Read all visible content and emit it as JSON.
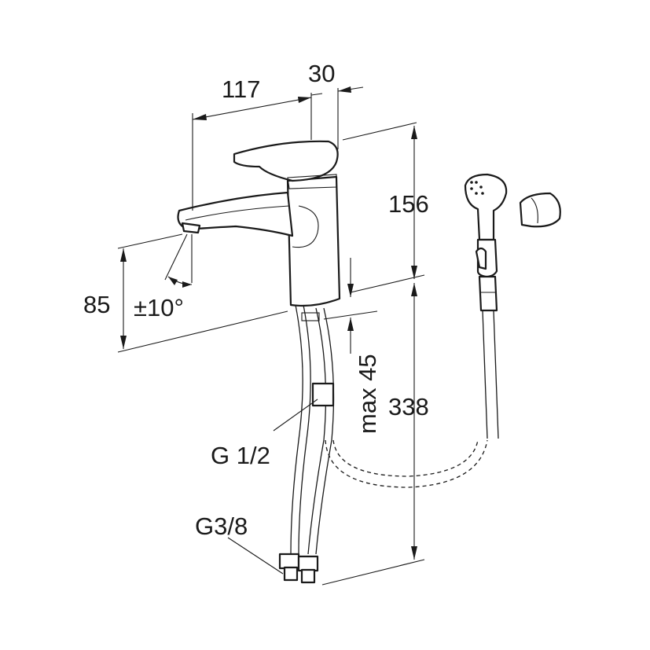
{
  "dimensions": {
    "spout_reach": "117",
    "body_width": "30",
    "height_above_deck": "156",
    "spout_height": "85",
    "swivel_angle": "±10°",
    "max_deck_thickness": "max 45",
    "hose_length": "338",
    "thread_outlet": "G 1/2",
    "thread_hose": "G3/8"
  },
  "colors": {
    "ink": "#1a1a1a",
    "background": "#ffffff"
  }
}
